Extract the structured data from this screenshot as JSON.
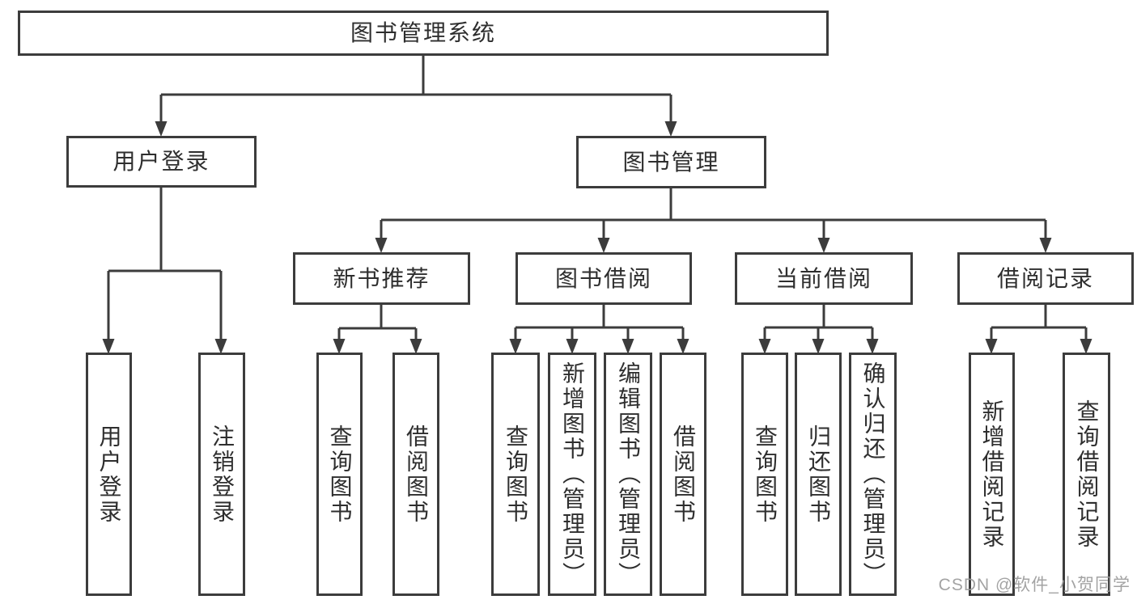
{
  "diagram_type": "hierarchy-tree",
  "tree": {
    "label": "图书管理系统",
    "children": [
      {
        "label": "用户登录",
        "children": [
          {
            "label": "用户登录"
          },
          {
            "label": "注销登录"
          }
        ]
      },
      {
        "label": "图书管理",
        "children": [
          {
            "label": "新书推荐",
            "children": [
              {
                "label": "查询图书"
              },
              {
                "label": "借阅图书"
              }
            ]
          },
          {
            "label": "图书借阅",
            "children": [
              {
                "label": "查询图书"
              },
              {
                "label": "新增图书（管理员）"
              },
              {
                "label": "编辑图书（管理员）"
              },
              {
                "label": "借阅图书"
              }
            ]
          },
          {
            "label": "当前借阅",
            "children": [
              {
                "label": "查询图书"
              },
              {
                "label": "归还图书"
              },
              {
                "label": "确认归还（管理员）"
              }
            ]
          },
          {
            "label": "借阅记录",
            "children": [
              {
                "label": "新增借阅记录"
              },
              {
                "label": "查询借阅记录"
              }
            ]
          }
        ]
      }
    ]
  },
  "watermark": "CSDN @软件_小贺同学",
  "colors": {
    "background": "#ffffff",
    "box_fill": "#ffffff",
    "box_border": "#3c3c3c",
    "line": "#3c3c3c",
    "arrow": "#3c3c3c",
    "label_text": "#2e2e2e",
    "watermark": "#999999"
  }
}
